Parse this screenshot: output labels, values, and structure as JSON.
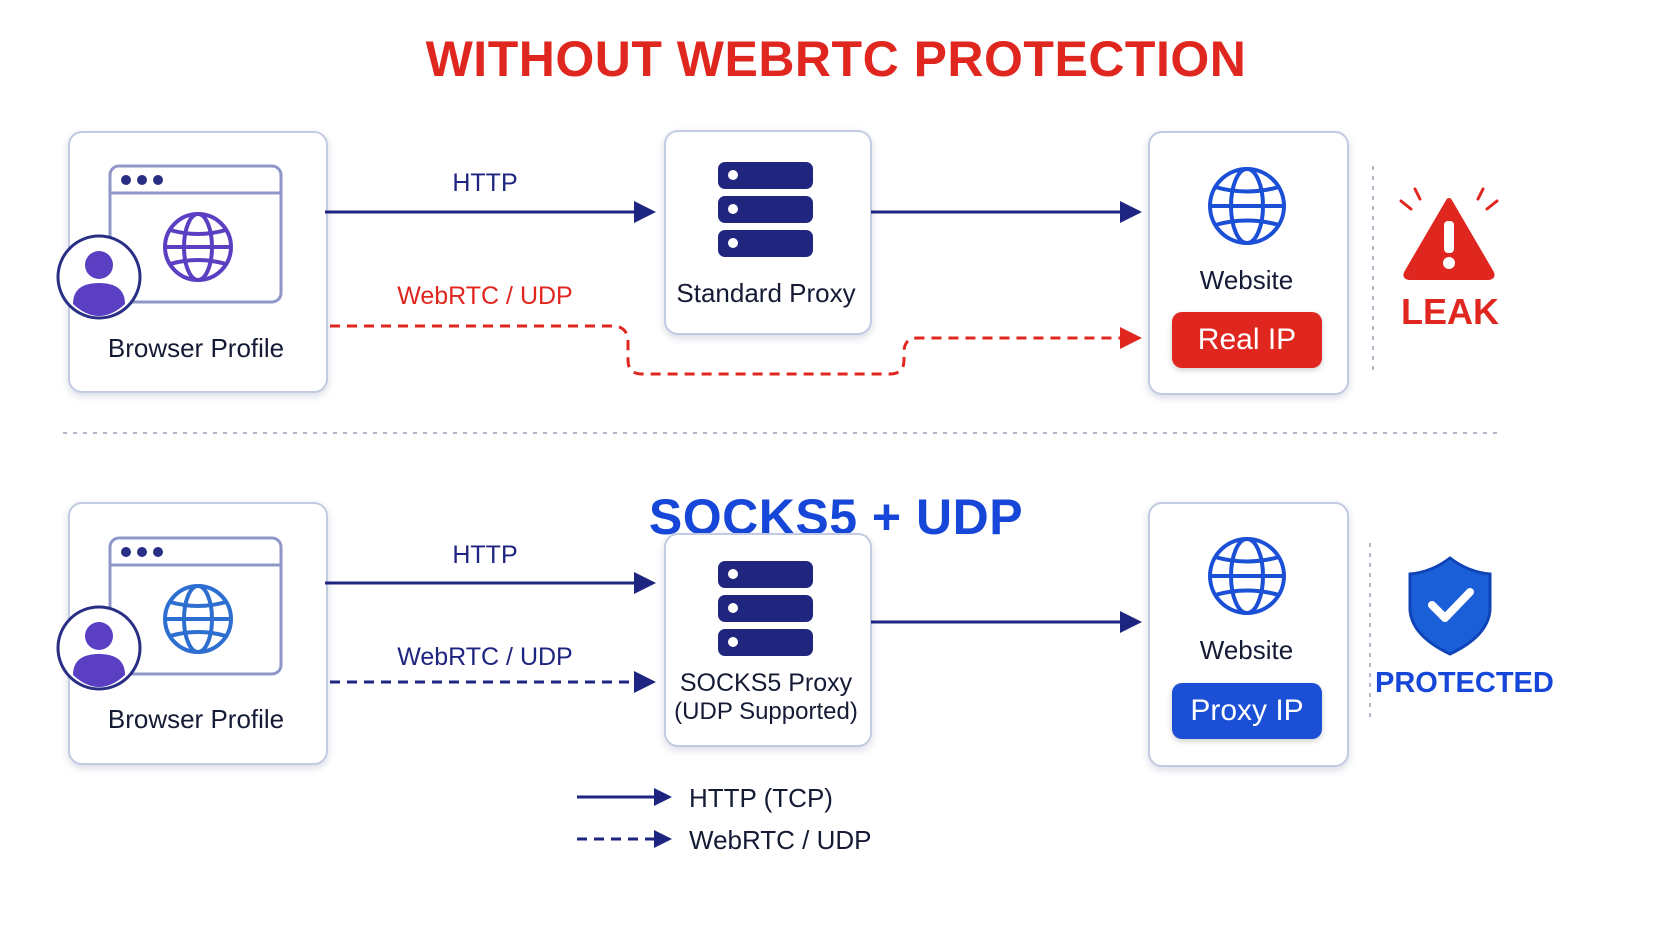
{
  "top": {
    "title": "WITHOUT WEBRTC PROTECTION",
    "client_label": "Browser Profile",
    "proxy_label": "Standard Proxy",
    "website_label": "Website",
    "ip_badge": "Real IP",
    "status": "LEAK",
    "http_label": "HTTP",
    "webrtc_label": "WebRTC / UDP"
  },
  "bottom": {
    "title": "SOCKS5 + UDP",
    "client_label": "Browser Profile",
    "proxy_label_line1": "SOCKS5 Proxy",
    "proxy_label_line2": "(UDP Supported)",
    "website_label": "Website",
    "ip_badge": "Proxy IP",
    "status": "PROTECTED",
    "http_label": "HTTP",
    "webrtc_label": "WebRTC / UDP"
  },
  "legend": {
    "solid_label": "HTTP (TCP)",
    "dashed_label": "WebRTC / UDP"
  },
  "icons": {
    "client": "browser-window-with-globe-and-user-icon",
    "proxy": "server-stack-icon",
    "website": "globe-icon",
    "leak": "warning-triangle-icon",
    "protected": "shield-check-icon"
  },
  "colors": {
    "navy": "#1e2580",
    "red": "#e0271f",
    "blue": "#1747d8",
    "card_border": "#c3cbe3"
  }
}
